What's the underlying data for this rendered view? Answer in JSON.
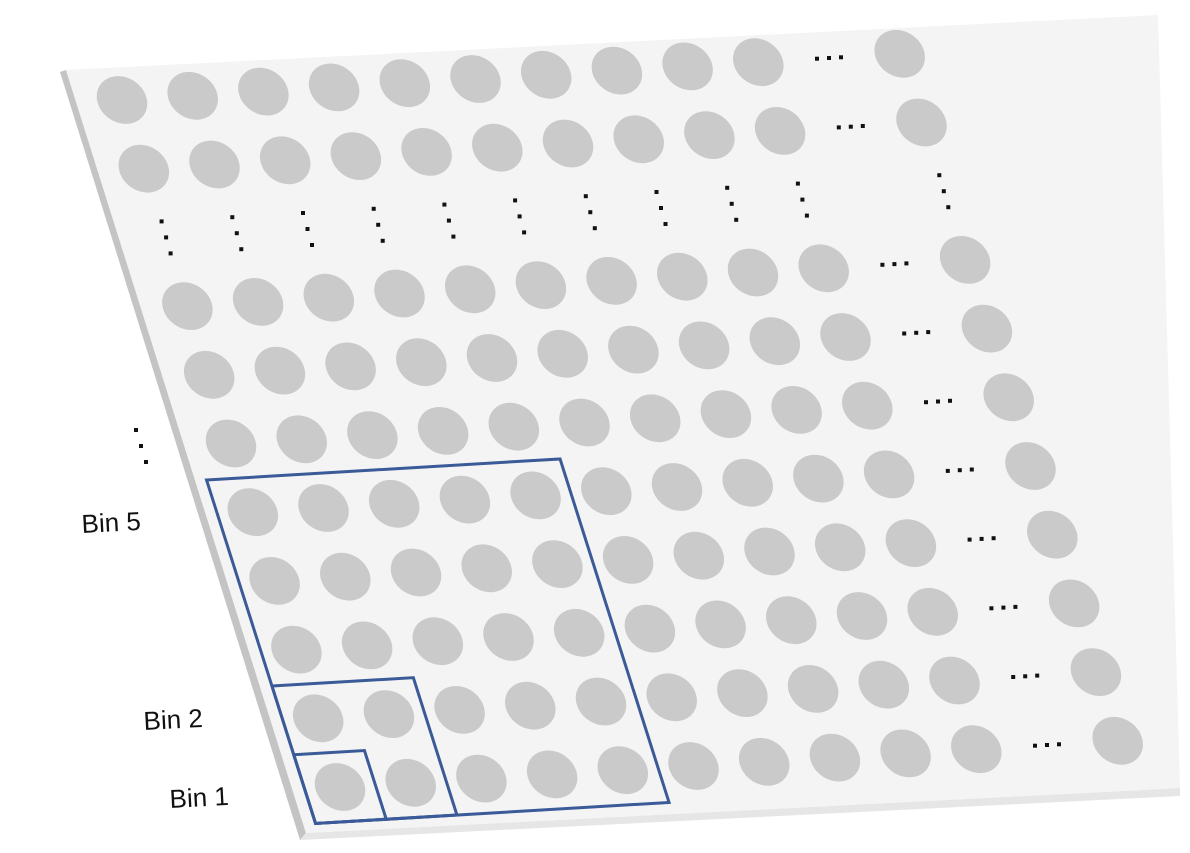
{
  "labels": {
    "bin5": "Bin 5",
    "bin2": "Bin 2",
    "bin1": "Bin 1"
  },
  "grid": {
    "rows_before_ellipsis": 2,
    "rows_after_ellipsis": 8,
    "columns_before_ellipsis": 10,
    "trailing_columns": 1
  },
  "bins": [
    {
      "name": "Bin 5",
      "rows": 5,
      "cols": 5
    },
    {
      "name": "Bin 2",
      "rows": 2,
      "cols": 2
    },
    {
      "name": "Bin 1",
      "rows": 1,
      "cols": 1
    }
  ],
  "colors": {
    "plate": "#f4f4f4",
    "plate_edge": "#c4c4c4",
    "plate_bottom": "#e6e6e6",
    "well": "#cacaca",
    "bin_outline": "#3b5a98",
    "dots": "#111111"
  }
}
